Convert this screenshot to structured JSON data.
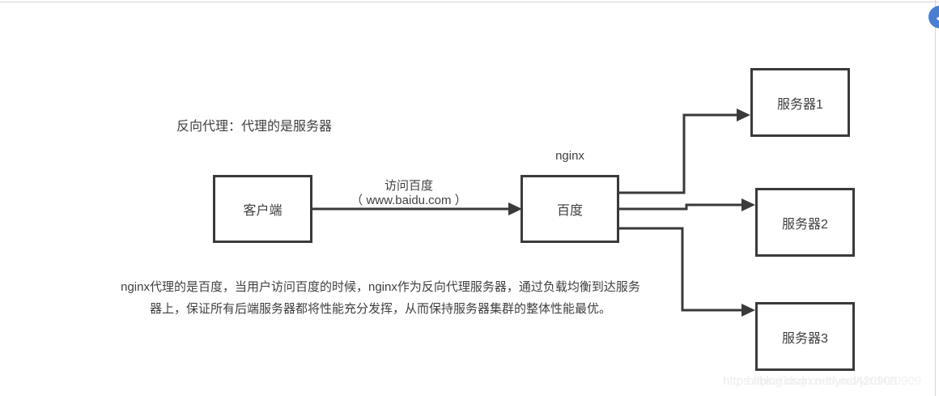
{
  "page": {
    "fab_icon": "return-arrow",
    "watermark": {
      "copy1": "https://blog.csdn.net/yixd420909",
      "copy2": "https://blog.csdn.net/yixd420909"
    }
  },
  "diagram": {
    "title": "反向代理：代理的是服务器",
    "nginx_label": "nginx",
    "nodes": {
      "client": {
        "label": "客户端"
      },
      "proxy": {
        "label": "百度"
      },
      "server1": {
        "label": "服务器1"
      },
      "server2": {
        "label": "服务器2"
      },
      "server3": {
        "label": "服务器3"
      }
    },
    "edge_label": {
      "line1": "访问百度",
      "line2": "（ www.baidu.com ）"
    },
    "description": {
      "line1": "nginx代理的是百度，当用户访问百度的时候，nginx作为反向代理服务器，通过负载均衡到达服务",
      "line2": "器上，保证所有后端服务器都将性能充分发挥，从而保持服务器集群的整体性能最优。"
    },
    "colors": {
      "line": "#3a3a3a",
      "text": "#404040",
      "accent_blue": "#4a7ed2",
      "rule_gray": "#d6d6d6",
      "watermark_gray": "#ececec"
    }
  }
}
